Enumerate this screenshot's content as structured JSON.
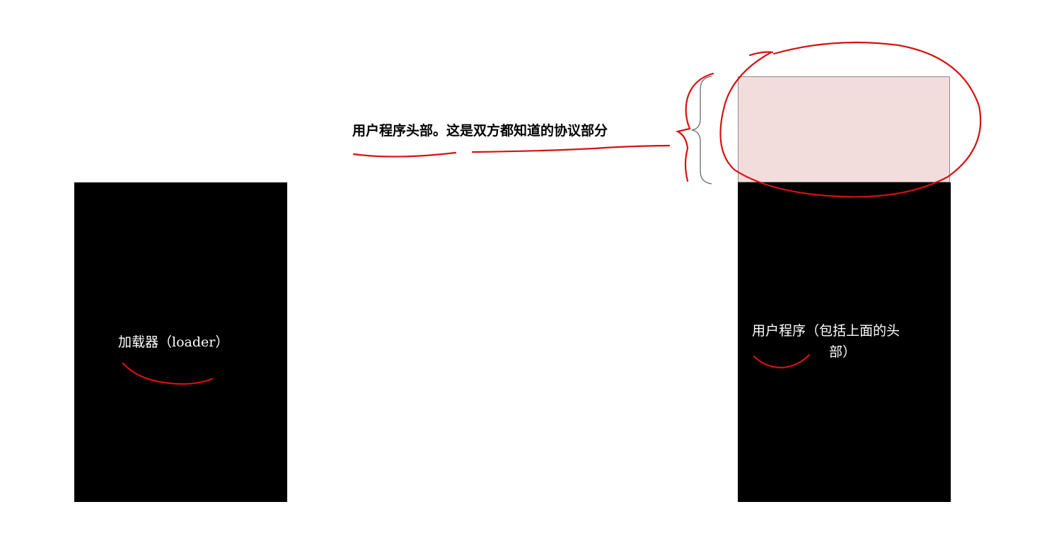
{
  "diagram": {
    "loader": {
      "label": "加载器（loader）"
    },
    "user_program": {
      "label_line1": "用户程序（包括上面的头",
      "label_line2": "部）"
    },
    "header": {
      "annotation": "用户程序头部。这是双方都知道的协议部分"
    }
  },
  "colors": {
    "background": "#ffffff",
    "box_fill": "#000000",
    "header_fill": "#f2dcdc",
    "ink_red": "#d81010",
    "brace": "#6b6b6b"
  }
}
